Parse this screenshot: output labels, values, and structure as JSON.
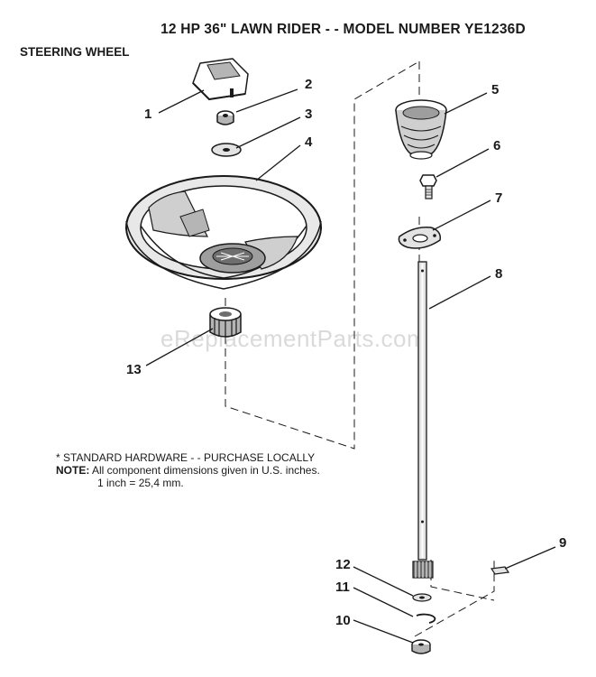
{
  "header": {
    "title": "12 HP 36\" LAWN RIDER - - MODEL NUMBER YE1236D",
    "subtitle": "STEERING WHEEL"
  },
  "notes": {
    "hardware": "* STANDARD HARDWARE  - -  PURCHASE LOCALLY",
    "note_label": "NOTE:",
    "note_text": "All component dimensions given in U.S. inches.",
    "conversion": "1 inch  =  25,4 mm."
  },
  "watermark": "eReplacementParts.com",
  "parts": {
    "p1": "1",
    "p2": "2",
    "p3": "3",
    "p4": "4",
    "p5": "5",
    "p6": "6",
    "p7": "7",
    "p8": "8",
    "p9": "9",
    "p10": "10",
    "p11": "11",
    "p12": "12",
    "p13": "13"
  },
  "colors": {
    "line": "#1a1a1a",
    "shade": "#b5b5b5",
    "light": "#e3e3e3"
  }
}
